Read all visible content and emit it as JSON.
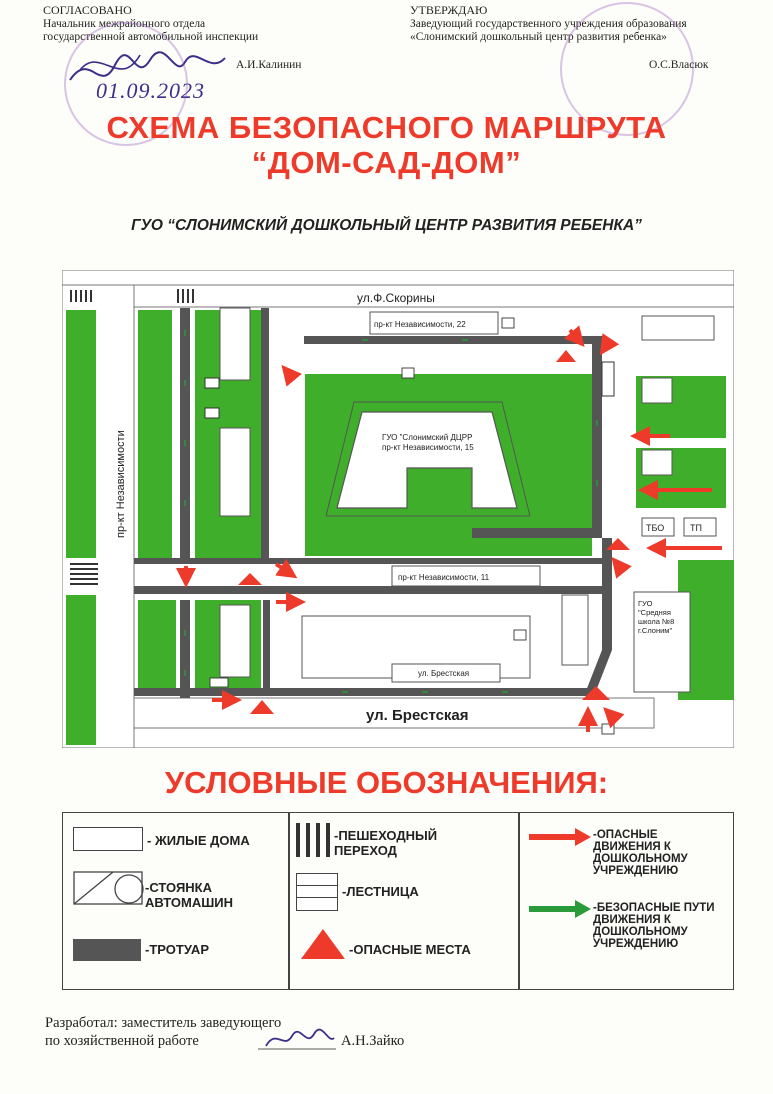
{
  "approval_left": {
    "heading": "СОГЛАСОВАНО",
    "line1": "Начальник межрайонного отдела",
    "line2": "государственной автомобильной инспекции",
    "signer": "А.И.Калинин",
    "date": "01.09.2023"
  },
  "approval_right": {
    "heading": "УТВЕРЖДАЮ",
    "line1": "Заведующий государственного учреждения образования",
    "line2": "«Слонимский дошкольный центр развития ребенка»",
    "signer": "О.С.Власюк"
  },
  "title": {
    "line1": "СХЕМА БЕЗОПАСНОГО МАРШРУТА",
    "line2": "“ДОМ-САД-ДОМ”",
    "subtitle": "ГУО “СЛОНИМСКИЙ ДОШКОЛЬНЫЙ ЦЕНТР РАЗВИТИЯ РЕБЕНКА”"
  },
  "map": {
    "street_top": "ул.Ф.Скорины",
    "street_left": "пр-кт Независимости",
    "street_bottom": "ул. Брестская",
    "label_building_22": "пр-кт Независимости, 22",
    "label_building_11": "пр-кт Независимости, 11",
    "label_brestskaya_building": "ул. Брестская",
    "kindergarten_line1": "ГУО \"Слонимский ДЦРР",
    "kindergarten_line2": "пр-кт Независимости, 15",
    "tbo": "ТБО",
    "tp": "ТП",
    "school_line1": "ГУО",
    "school_line2": "\"Средняя",
    "school_line3": "школа №8",
    "school_line4": "г.Слоним\"",
    "colors": {
      "grass": "#3fae2a",
      "sidewalk": "#555555",
      "danger": "#ee3a2a",
      "safe": "#2a9a3a"
    }
  },
  "legend": {
    "title": "УСЛОВНЫЕ ОБОЗНАЧЕНИЯ:",
    "houses": "- ЖИЛЫЕ ДОМА",
    "parking_l1": "-СТОЯНКА",
    "parking_l2": "АВТОМАШИН",
    "sidewalk": "-ТРОТУАР",
    "crossing_l1": "-ПЕШЕХОДНЫЙ",
    "crossing_l2": "ПЕРЕХОД",
    "stairs": "-ЛЕСТНИЦА",
    "danger_places": "-ОПАСНЫЕ МЕСТА",
    "danger_moves_l1": "-ОПАСНЫЕ",
    "danger_moves_l2": "ДВИЖЕНИЯ К",
    "danger_moves_l3": "ДОШКОЛЬНОМУ",
    "danger_moves_l4": "УЧРЕЖДЕНИЮ",
    "safe_paths_l1": "-БЕЗОПАСНЫЕ ПУТИ",
    "safe_paths_l2": "ДВИЖЕНИЯ К",
    "safe_paths_l3": "ДОШКОЛЬНОМУ",
    "safe_paths_l4": "УЧРЕЖДЕНИЮ"
  },
  "footer": {
    "line1": "Разработал: заместитель заведующего",
    "line2": "по хозяйственной работе",
    "signer": "А.Н.Зайко"
  }
}
